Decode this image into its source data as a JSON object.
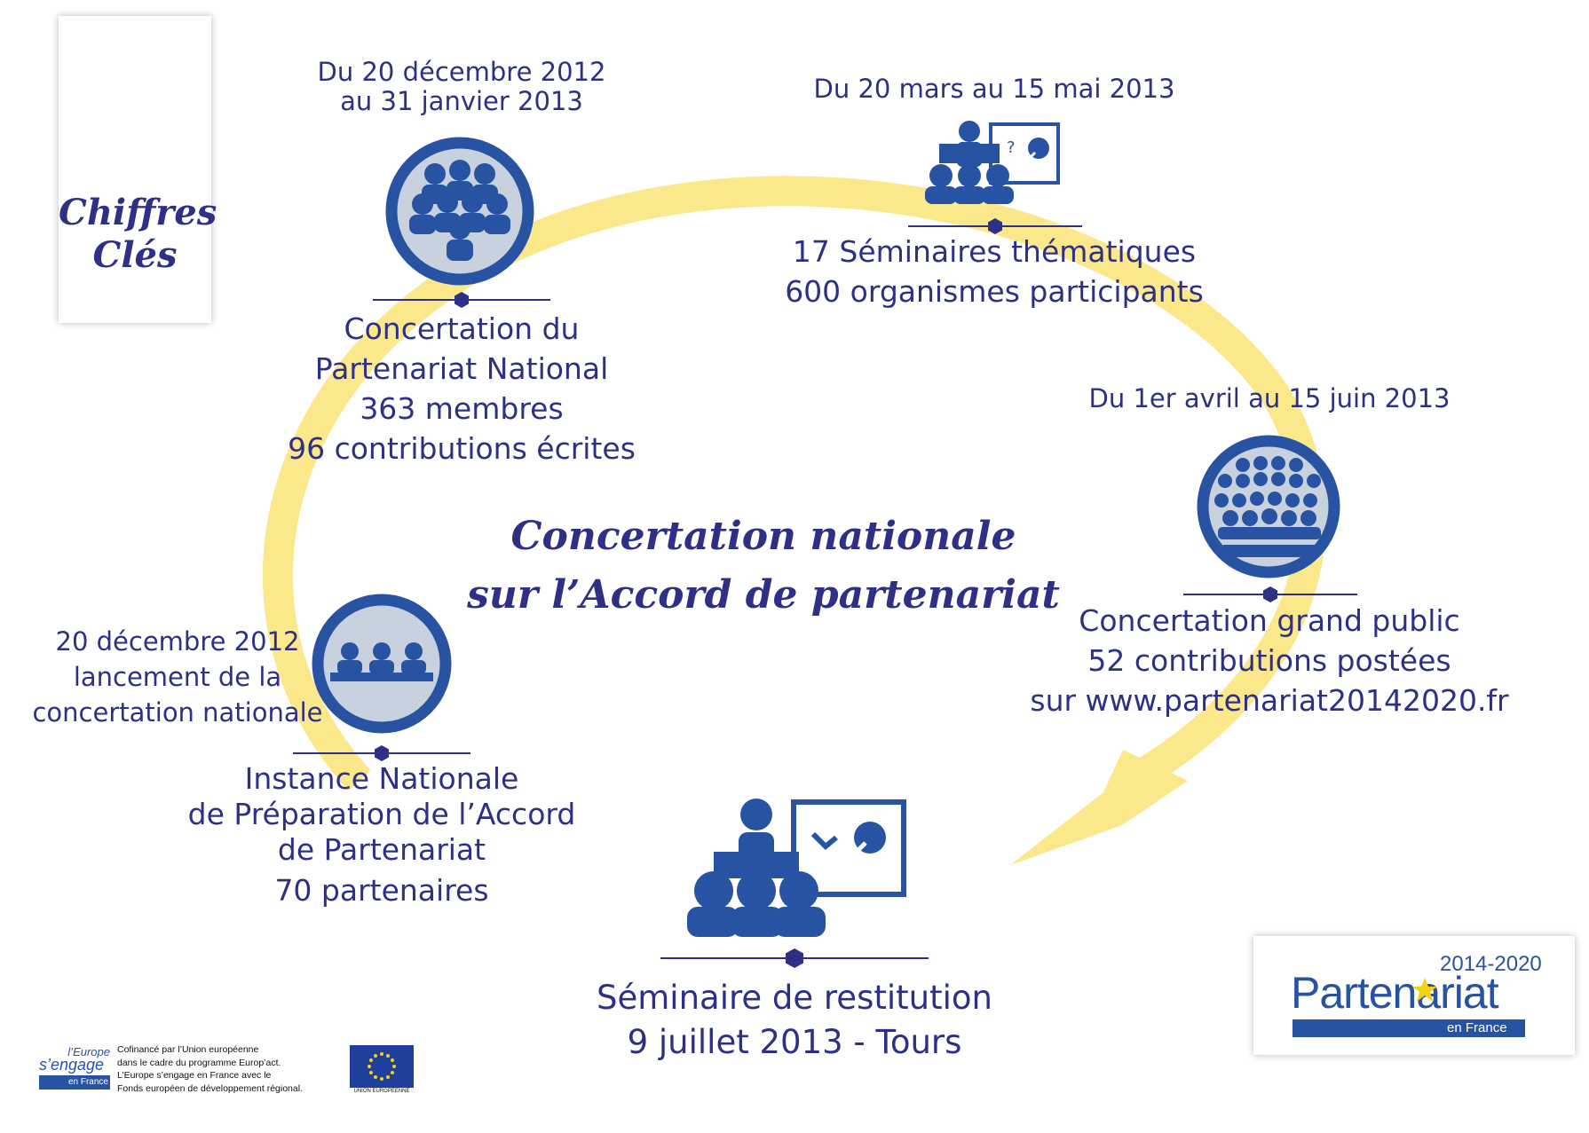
{
  "badge": {
    "line1": "Chiffres",
    "line2": "Clés"
  },
  "main_title": {
    "line1": "Concertation nationale",
    "line2": "sur l’Accord de partenariat"
  },
  "step1": {
    "date_line1": "Du 20 décembre 2012",
    "date_line2": "au 31 janvier 2013",
    "title_line1": "Concertation du",
    "title_line2": "Partenariat National",
    "stat1": "363 membres",
    "stat2": "96 contributions écrites"
  },
  "step2": {
    "date": "Du 20 mars au 15 mai 2013",
    "stat1": "17 Séminaires thématiques",
    "stat2": "600 organismes participants"
  },
  "step3": {
    "date": "Du 1er avril au 15 juin 2013",
    "title": "Concertation grand public",
    "stat1": "52 contributions postées",
    "stat2": "sur www.partenariat20142020.fr"
  },
  "step0": {
    "date_line1": "20 décembre 2012",
    "date_line2": "lancement de la",
    "date_line3": "concertation nationale",
    "title_line1": "Instance Nationale",
    "title_line2": "de Préparation de l’Accord",
    "title_line3": "de Partenariat",
    "stat1": "70 partenaires"
  },
  "step4": {
    "title": "Séminaire de restitution",
    "subtitle": "9 juillet 2013 - Tours"
  },
  "logo_partenariat": {
    "years": "2014-2020",
    "word": "Partenariat",
    "subword": "en France"
  },
  "logo_europe": {
    "line1": "l’Europe",
    "line2": "s’engage",
    "line3": "en France"
  },
  "cofinance": {
    "line1": "Cofinancé par l’Union européenne",
    "line2": "dans le cadre du programme Europ’act.",
    "line3": "L’Europe s’engage en France avec le",
    "line4": "Fonds européen de développement régional."
  },
  "eu_flag": {
    "caption": "UNION EUROPÉENNE"
  },
  "colors": {
    "navy": "#2e3085",
    "blue": "#2852a2",
    "circle_fill": "#c8d2de",
    "arrow_yellow": "#fbe88a"
  },
  "icons": [
    "group-meeting-icon",
    "seminar-presentation-icon",
    "audience-crowd-icon",
    "panel-meeting-icon",
    "restitution-presentation-icon"
  ]
}
